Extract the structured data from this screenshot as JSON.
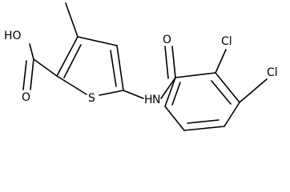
{
  "molecule": {
    "atoms": {
      "hydroxyl": "HO",
      "carbonyl_oxygen_acid": "O",
      "sulfur": "S",
      "amide_nitrogen": "H N",
      "amide_nitrogen_h": "H",
      "amide_nitrogen_n": "N",
      "carbonyl_oxygen_amide": "O",
      "chlorine_1": "Cl",
      "chlorine_2": "Cl"
    }
  }
}
